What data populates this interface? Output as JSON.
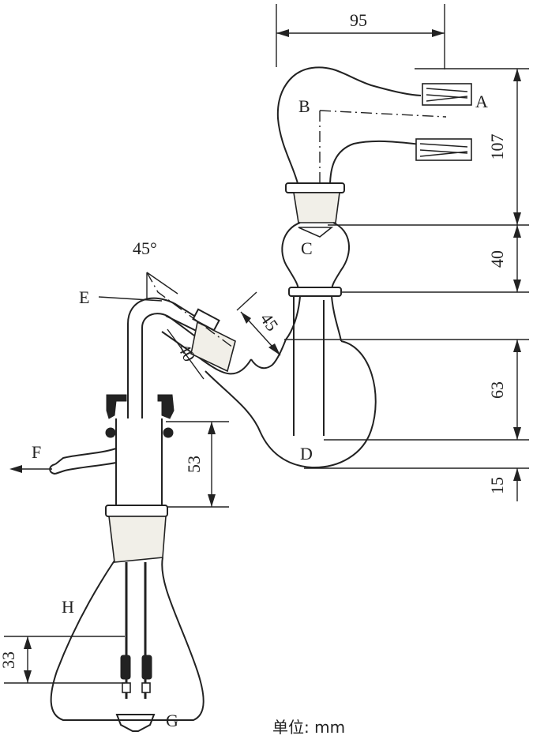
{
  "labels": {
    "a": "A",
    "b": "B",
    "c": "C",
    "d": "D",
    "e": "E",
    "f": "F",
    "g": "G",
    "h": "H"
  },
  "dimensions": {
    "top_width": "95",
    "bulb_height": "107",
    "neck_height": "40",
    "flask_height": "63",
    "flask_bottom": "15",
    "trap_height": "53",
    "tip_height": "33",
    "arm_length_inner": "40",
    "arm_length_outer": "45",
    "angle": "45°"
  },
  "unit_text": "单位: mm"
}
